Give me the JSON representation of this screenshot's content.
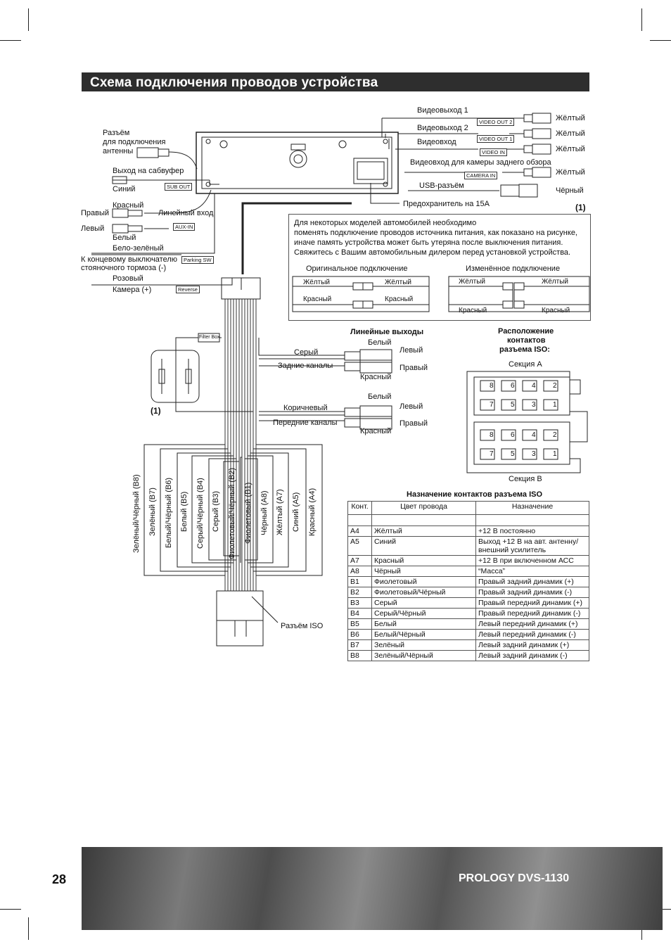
{
  "title": "Схема подключения проводов устройства",
  "page_number": "28",
  "product": "PROLOGY DVS-1130",
  "labels": {
    "video_out1": "Видеовыход 1",
    "video_out2": "Видеовыход 2",
    "video_in": "Видеовход",
    "cam_in": "Видеовход для камеры заднего обзора",
    "usb": "USB-разъём",
    "fuse": "Предохранитель на 15А",
    "yellow1": "Жёлтый",
    "yellow2": "Жёлтый",
    "yellow3": "Жёлтый",
    "yellow4": "Жёлтый",
    "black_usb": "Чёрный",
    "antenna1": "Разъём",
    "antenna2": "для подключения",
    "antenna3": "антенны",
    "sub": "Выход на сабвуфер",
    "blue": "Синий",
    "red_aux": "Красный",
    "right": "Правый",
    "line_in": "Линейный вход",
    "left": "Левый",
    "white_aux": "Белый",
    "white_green": "Бело-зелёный",
    "parking1": "К концевому выключателю",
    "parking2": "стояночного тормоза (-)",
    "pink": "Розовый",
    "camera": "Камера (+)",
    "marker1": "(1)",
    "marker2": "(1)",
    "filter": "Filter Box",
    "line_outs": "Линейные выходы",
    "white_r": "Белый",
    "grey": "Серый",
    "left_r": "Левый",
    "rear": "Задние каналы",
    "right_r": "Правый",
    "red_r": "Красный",
    "white_f": "Белый",
    "brown": "Коричневый",
    "left_f": "Левый",
    "front": "Передние каналы",
    "right_f": "Правый",
    "red_f": "Красный",
    "iso_loc1": "Расположение",
    "iso_loc2": "контактов",
    "iso_loc3": "разъема ISO:",
    "section_a": "Секция А",
    "section_b": "Секция В",
    "iso_conn": "Разъём ISO",
    "table_title": "Назначение контактов разъема ISO"
  },
  "tags": {
    "vo2": "VIDEO OUT 2",
    "vo1": "VIDEO OUT 1",
    "vi": "VIDEO IN",
    "cam": "CAMERA IN",
    "sub": "SUB OUT",
    "aux": "AUX-IN",
    "park": "Parking SW",
    "rev": "Reverse"
  },
  "note": {
    "lines": [
      "Для некоторых моделей автомобилей необходимо",
      "поменять подключение проводов источника питания, как показано на рисунке,",
      "иначе память устройства может быть утеряна после выключения питания.",
      "Свяжитесь с Вашим автомобильным дилером перед установкой устройства."
    ],
    "orig": "Оригинальное подключение",
    "changed": "Изменённое подключение",
    "o_y1": "Жёлтый",
    "o_y2": "Жёлтый",
    "o_r1": "Красный",
    "o_r2": "Красный",
    "c_y1": "Жёлтый",
    "c_y2": "Жёлтый",
    "c_r1": "Красный",
    "c_r2": "Красный"
  },
  "wire_labels": [
    "Зелёный/Чёрный (В8)",
    "Зелёный (В7)",
    "Белый/Чёрный (В6)",
    "Белый (В5)",
    "Серый/Чёрный (В4)",
    "Серый (В3)",
    "Фиолетовый/Чёрный (В2)",
    "Фиолетовый (В1)",
    "Чёрный (А8)",
    "Жёлтый (А7)",
    "Синий (А5)",
    "Красный (А4)"
  ],
  "iso_pins": {
    "top": [
      "8",
      "6",
      "4",
      "2"
    ],
    "bottom": [
      "7",
      "5",
      "3",
      "1"
    ]
  },
  "table": {
    "headers": [
      "Конт.",
      "Цвет провода",
      "Назначение"
    ],
    "rows": [
      [
        "",
        "",
        " "
      ],
      [
        "А4",
        "Жёлтый",
        "+12 В постоянно"
      ],
      [
        "А5",
        "Синий",
        "Выход +12 В на авт. антенну/ внешний усилитель"
      ],
      [
        "А7",
        "Красный",
        "+12 В при включенном АСС"
      ],
      [
        "А8",
        "Чёрный",
        "“Масса”"
      ],
      [
        "В1",
        "Фиолетовый",
        "Правый задний динамик (+)"
      ],
      [
        "В2",
        "Фиолетовый/Чёрный",
        "Правый задний динамик (-)"
      ],
      [
        "В3",
        "Серый",
        "Правый передний динамик (+)"
      ],
      [
        "В4",
        "Серый/Чёрный",
        "Правый передний динамик (-)"
      ],
      [
        "В5",
        "Белый",
        "Левый передний динамик (+)"
      ],
      [
        "В6",
        "Белый/Чёрный",
        "Левый передний динамик (-)"
      ],
      [
        "В7",
        "Зелёный",
        "Левый задний динамик (+)"
      ],
      [
        "В8",
        "Зелёный/Чёрный",
        "Левый задний динамик (-)"
      ]
    ]
  }
}
